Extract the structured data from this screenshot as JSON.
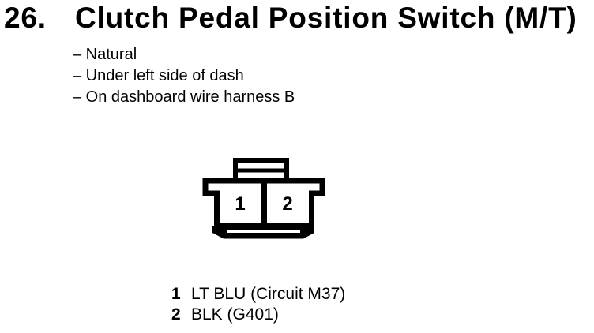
{
  "colors": {
    "ink": "#000000",
    "paper": "#ffffff"
  },
  "header": {
    "number": "26.",
    "title": "Clutch Pedal Position Switch (M/T)"
  },
  "details": [
    "– Natural",
    "– Under left side of dash",
    "– On dashboard wire harness B"
  ],
  "connector": {
    "description": "2-cavity connector face view",
    "pin_labels": [
      "1",
      "2"
    ]
  },
  "legend": [
    {
      "pin": "1",
      "wire": "LT BLU (Circuit M37)"
    },
    {
      "pin": "2",
      "wire": "BLK (G401)"
    }
  ]
}
